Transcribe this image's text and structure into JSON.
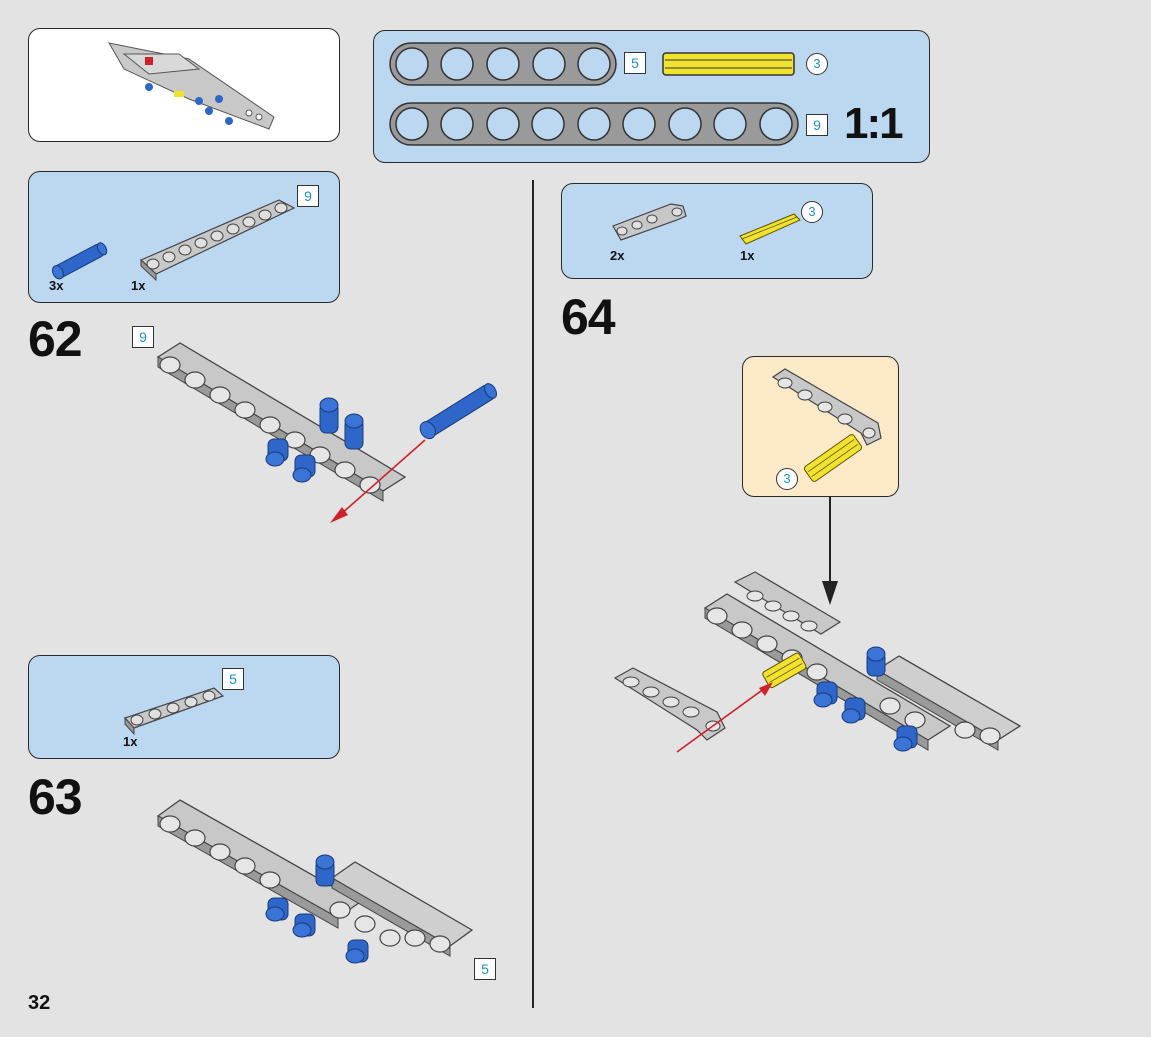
{
  "page": {
    "number": "32"
  },
  "scale_box": {
    "beam5_length": "5",
    "axle3_length": "3",
    "beam9_length": "9",
    "scale": "1:1"
  },
  "colors": {
    "panel_blue": "#bcd8f1",
    "callout_cream": "#fbe9c8",
    "beam_gray": "#c8c8c8",
    "pin_blue": "#2f66c9",
    "axle_yellow": "#f2e230",
    "arrow_red": "#d0202a",
    "length_blue": "#1e8fc7"
  },
  "steps": [
    {
      "number": "62",
      "parts": [
        {
          "icon": "blue-axle-pin-icon",
          "qty": "3x"
        },
        {
          "icon": "beam-9-icon",
          "qty": "1x",
          "length": "9"
        }
      ],
      "beam_length": "9"
    },
    {
      "number": "63",
      "parts": [
        {
          "icon": "beam-5-icon",
          "qty": "1x",
          "length": "5"
        }
      ],
      "beam_length": "5"
    },
    {
      "number": "64",
      "parts": [
        {
          "icon": "angled-beam-icon",
          "qty": "2x"
        },
        {
          "icon": "yellow-axle-icon",
          "qty": "1x",
          "length": "3"
        }
      ],
      "callout_axle_length": "3"
    }
  ]
}
